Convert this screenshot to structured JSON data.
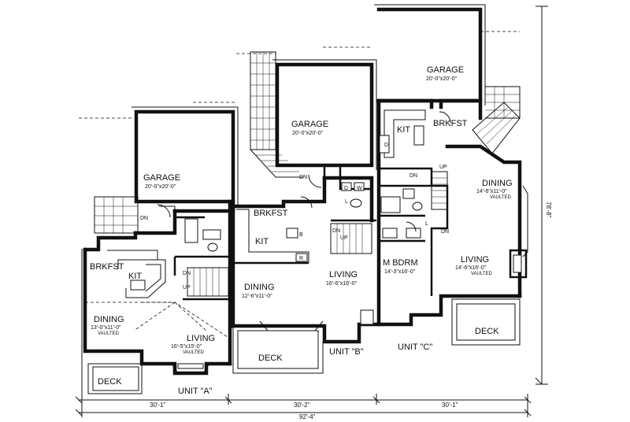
{
  "units": [
    {
      "id": "A",
      "label": "UNIT \"A\"",
      "rooms": {
        "garage": {
          "name": "GARAGE",
          "size": "20'-0\"x20'-0\""
        },
        "brkfst": {
          "name": "BRKFST"
        },
        "kit": {
          "name": "KIT"
        },
        "dining": {
          "name": "DINING",
          "size": "13'-0\"x11'-0\"",
          "note": "VAULTED"
        },
        "living": {
          "name": "LIVING",
          "size": "16'-5\"x15'-0\"",
          "note": "VAULTED"
        },
        "deck": {
          "name": "DECK"
        }
      },
      "width_dim": "30'-1\""
    },
    {
      "id": "B",
      "label": "UNIT \"B\"",
      "rooms": {
        "garage": {
          "name": "GARAGE",
          "size": "20'-0\"x20'-0\""
        },
        "brkfst": {
          "name": "BRKFST"
        },
        "kit": {
          "name": "KIT"
        },
        "dining": {
          "name": "DINING",
          "size": "12'-6\"x11'-0\""
        },
        "living": {
          "name": "LIVING",
          "size": "16'-6\"x16'-0\""
        },
        "deck": {
          "name": "DECK"
        }
      },
      "width_dim": "30'-2\""
    },
    {
      "id": "C",
      "label": "UNIT \"C\"",
      "rooms": {
        "garage": {
          "name": "GARAGE",
          "size": "20'-0\"x20'-0\""
        },
        "kit": {
          "name": "KIT"
        },
        "brkfst": {
          "name": "BRKFST"
        },
        "dining": {
          "name": "DINING",
          "size": "14'-6\"x11'-0\"",
          "note": "VAULTED"
        },
        "m_bdrm": {
          "name": "M BDRM",
          "size": "14'-3\"x16'-0\""
        },
        "living": {
          "name": "LIVING",
          "size": "14'-6\"x16'-0\"",
          "note": "VAULTED"
        },
        "deck": {
          "name": "DECK"
        }
      },
      "width_dim": "30'-1\""
    }
  ],
  "overall_width": "92'-4\"",
  "overall_depth": "78'-8\"",
  "marks": {
    "dn": "DN",
    "up": "UP",
    "b": "B",
    "r": "R",
    "d": "D",
    "w": "W",
    "l": "L"
  }
}
